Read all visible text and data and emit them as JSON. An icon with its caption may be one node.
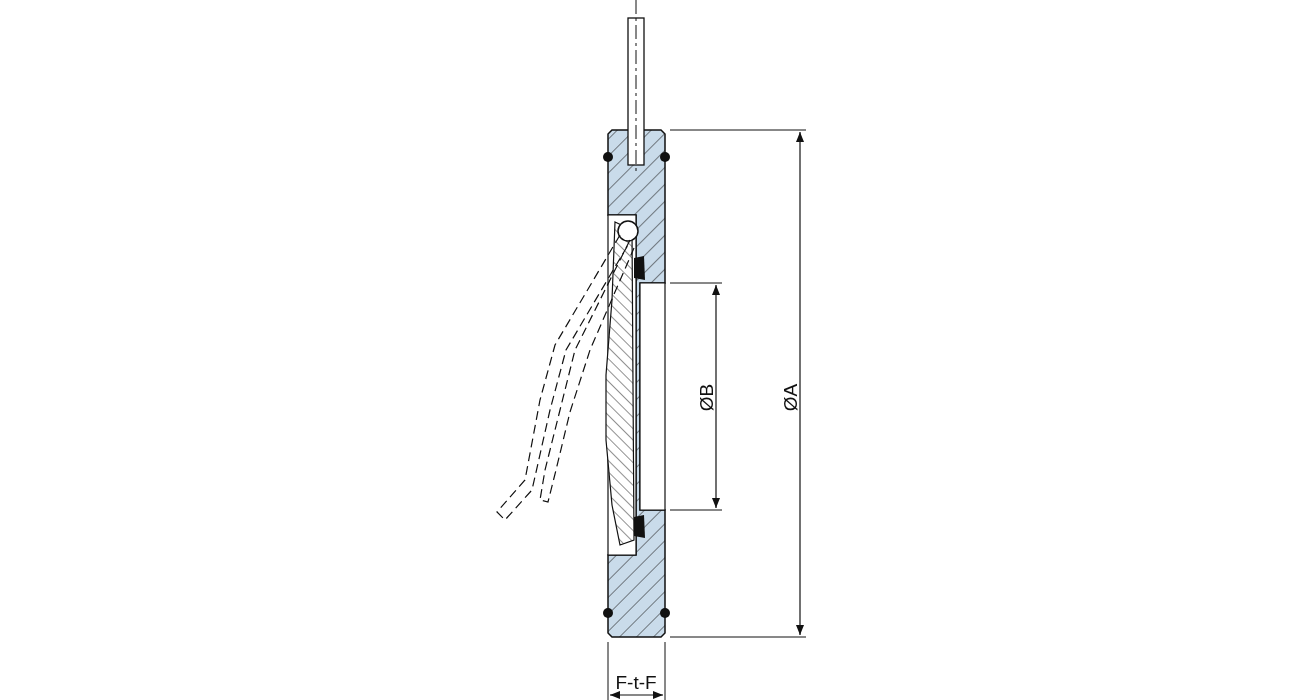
{
  "diagram": {
    "labels": [
      "ØB",
      "ØA",
      "F-t-F"
    ]
  }
}
